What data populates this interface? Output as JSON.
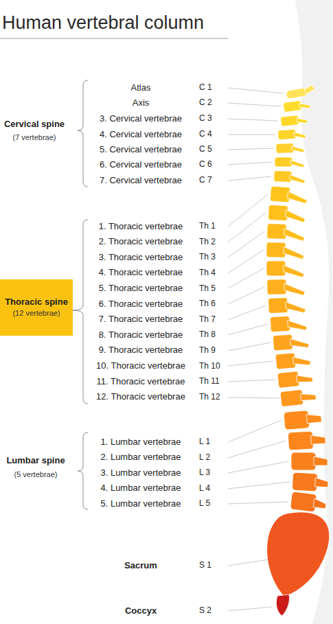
{
  "diagram": {
    "title": "Human vertebral column",
    "nodes": [
      {
        "text": [
          "Thoracic spine",
          "(12 vertebrae)"
        ]
      }
    ],
    "labels": [
      "Cervical spine",
      "(7 vertebrae)",
      "Atlas",
      "C 1",
      "Axis",
      "C 2",
      "3. Cervical vertebrae",
      "C 3",
      "4. Cervical vertebrae",
      "C 4",
      "5. Cervical vertebrae",
      "C 5",
      "6. Cervical vertebrae",
      "C 6",
      "7. Cervical vertebrae",
      "C 7",
      "1. Thoracic vertebrae",
      "Th 1",
      "2. Thoracic vertebrae",
      "Th 2",
      "3. Thoracic vertebrae",
      "Th 3",
      "4. Thoracic vertebrae",
      "Th 4",
      "5. Thoracic vertebrae",
      "Th 5",
      "6. Thoracic vertebrae",
      "Th 6",
      "7. Thoracic vertebrae",
      "Th 7",
      "8. Thoracic vertebrae",
      "Th 8",
      "9. Thoracic vertebrae",
      "Th 9",
      "10. Thoracic vertebrae",
      "Th 10",
      "11. Thoracic vertebrae",
      "Th 11",
      "12. Thoracic vertebrae",
      "Th 12",
      "Lumbar spine",
      "(5 vertebrae)",
      "1. Lumbar vertebrae",
      "L 1",
      "2. Lumbar vertebrae",
      "L 2",
      "3. Lumbar vertebrae",
      "L 3",
      "4. Lumbar vertebrae",
      "L 4",
      "5. Lumbar vertebrae",
      "L 5",
      "Sacrum",
      "S 1",
      "Coccyx",
      "S 2"
    ]
  }
}
